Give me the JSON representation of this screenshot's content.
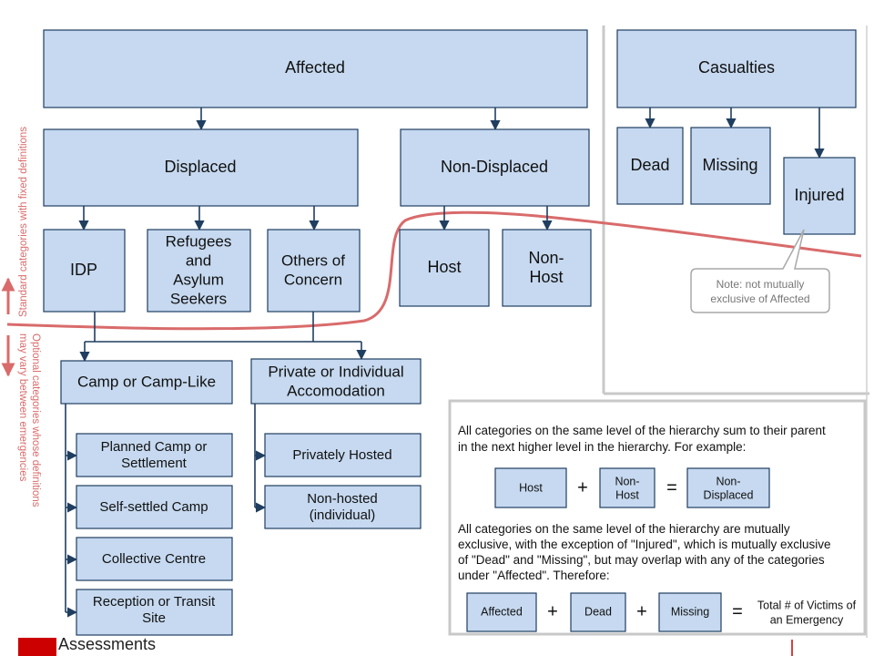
{
  "nodes": {
    "affected": "Affected",
    "casualties": "Casualties",
    "displaced": "Displaced",
    "non_displaced": "Non-Displaced",
    "dead": "Dead",
    "missing": "Missing",
    "injured": "Injured",
    "idp": "IDP",
    "refugees": [
      "Refugees",
      "and",
      "Asylum",
      "Seekers"
    ],
    "others": [
      "Others of",
      "Concern"
    ],
    "host": "Host",
    "non_host": [
      "Non-",
      "Host"
    ],
    "camp": "Camp or Camp-Like",
    "private": [
      "Private or Individual",
      "Accomodation"
    ],
    "planned": [
      "Planned Camp or",
      "Settlement"
    ],
    "self_settled": "Self-settled Camp",
    "collective": "Collective Centre",
    "reception": [
      "Reception or Transit",
      "Site"
    ],
    "privately_hosted": "Privately Hosted",
    "non_hosted": [
      "Non-hosted",
      "(individual)"
    ]
  },
  "note": [
    "Note: not mutually",
    "exclusive of Affected"
  ],
  "side_labels": {
    "standard": "Standard categories with fixed definitions",
    "optional": [
      "Optional categories whose definitions",
      "may vary between emergencies"
    ]
  },
  "explanation": {
    "para1": [
      "All categories on the same level of the hierarchy sum to their parent",
      "in the next higher level in the hierarchy.  For example:"
    ],
    "eq1": {
      "a": "Host",
      "b": [
        "Non-",
        "Host"
      ],
      "c": [
        "Non-",
        "Displaced"
      ],
      "plus": "+",
      "equals": "="
    },
    "para2": [
      "All categories on the same level of the hierarchy are mutually",
      "exclusive, with the exception of \"Injured\", which is mutually exclusive",
      "of \"Dead\" and \"Missing\", but may overlap with any of the categories",
      "under \"Affected\". Therefore:"
    ],
    "eq2": {
      "a": "Affected",
      "b": "Dead",
      "c": "Missing",
      "result": [
        "Total # of Victims of",
        "an Emergency"
      ],
      "plus": "+",
      "equals": "="
    }
  },
  "footer": {
    "text": "Assessments"
  },
  "colors": {
    "box_fill": "#c6d9f0",
    "box_stroke": "#1f3e60",
    "divider_red": "#d96b6b",
    "footer_red": "#cc0000"
  }
}
